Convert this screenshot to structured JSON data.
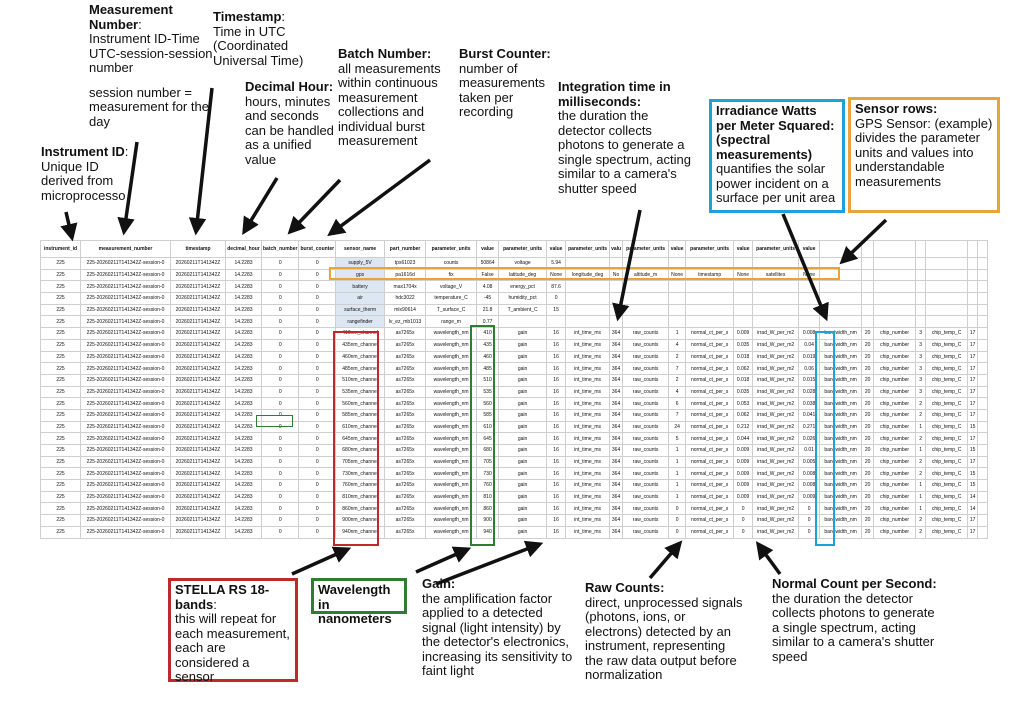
{
  "notes": {
    "measurement_number": {
      "title": "Measurement Number",
      "text": "Instrument ID-Time UTC-session-session number",
      "text2": "session number = measurement for the day"
    },
    "timestamp": {
      "title": "Timestamp",
      "text": "Time in UTC (Coordinated Universal Time)"
    },
    "decimal_hour": {
      "title": "Decimal Hour:",
      "text": "hours, minutes and seconds can be handled as a unified value"
    },
    "batch_number": {
      "title": "Batch Number:",
      "text": "all measurements within continuous measurement collections and individual burst measurement"
    },
    "burst_counter": {
      "title": "Burst Counter:",
      "text": "number of measurements taken per recording"
    },
    "integration_time": {
      "title": "Integration time in milliseconds:",
      "text": "the duration the detector collects photons to generate a single spectrum, acting similar to a camera's shutter speed"
    },
    "instrument_id": {
      "title": "Instrument ID",
      "text": "Unique ID derived from microprocesso"
    },
    "irradiance": {
      "title": "Irradiance Watts per Meter Squared: (spectral measurements)",
      "text": "quantifies the solar power incident on a surface per unit area"
    },
    "sensor_rows": {
      "title": "Sensor rows:",
      "text": "GPS Sensor: (example) divides the parameter units and values into understandable measurements"
    },
    "stella": {
      "title": "STELLA RS 18-bands",
      "text": "this will repeat for each measurement, each are considered a sensor"
    },
    "wavelength": {
      "title": "Wavelength in nanometers"
    },
    "gain": {
      "title": "Gain:",
      "text": "the amplification factor applied to a detected signal (light intensity) by the detector's electronics, increasing its sensitivity to faint light"
    },
    "raw_counts": {
      "title": "Raw Counts:",
      "text": "direct, unprocessed signals (photons, ions, or electrons) detected by an instrument, representing the raw data output before normalization"
    },
    "normal_count": {
      "title": "Normal Count per Second:",
      "text": "the duration the detector collects photons to generate a single spectrum, acting similar to a camera's shutter speed"
    }
  },
  "colors": {
    "stella": "#c0282d",
    "wavelength": "#2e7d32",
    "irradiance": "#1fa0d8",
    "sensor": "#e8a33d"
  },
  "sheet": {
    "headers": [
      "instrument_id",
      "measurement_number",
      "timestamp",
      "decimal_hour",
      "batch_number",
      "burst_counter",
      "sensor_name",
      "part_number",
      "parameter_units",
      "value",
      "parameter_units",
      "value",
      "parameter_units",
      "valu",
      "parameter_units",
      "value",
      "parameter_units",
      "value",
      "parameter_units",
      "value",
      "",
      "",
      "",
      "",
      "",
      "",
      ""
    ],
    "rows": [
      [
        "225",
        "225-20260211T141342Z-session-0",
        "20260211T141342Z",
        "14.2283",
        "0",
        "0",
        "supply_5V",
        "tps61023",
        "counts",
        "50864",
        "voltage",
        "5.94",
        "",
        "",
        "",
        "",
        "",
        "",
        "",
        "",
        "",
        "",
        "",
        "",
        "",
        "",
        ""
      ],
      [
        "225",
        "225-20260211T141342Z-session-0",
        "20260211T141342Z",
        "14.2283",
        "0",
        "0",
        "gps",
        "pa1616d",
        "fix",
        "False",
        "latitude_deg",
        "None",
        "longitude_deg",
        "No",
        "altitude_m",
        "None",
        "timestamp",
        "None",
        "satellites",
        "None",
        "",
        "",
        "",
        "",
        "",
        "",
        ""
      ],
      [
        "225",
        "225-20260211T141342Z-session-0",
        "20260211T141342Z",
        "14.2283",
        "0",
        "0",
        "battery",
        "max1704x",
        "voltage_V",
        "4.08",
        "energy_pct",
        "87.6",
        "",
        "",
        "",
        "",
        "",
        "",
        "",
        "",
        "",
        "",
        "",
        "",
        "",
        "",
        ""
      ],
      [
        "225",
        "225-20260211T141342Z-session-0",
        "20260211T141342Z",
        "14.2283",
        "0",
        "0",
        "air",
        "hdc3022",
        "temperature_C",
        "-45",
        "humidity_pct",
        "0",
        "",
        "",
        "",
        "",
        "",
        "",
        "",
        "",
        "",
        "",
        "",
        "",
        "",
        "",
        ""
      ],
      [
        "225",
        "225-20260211T141342Z-session-0",
        "20260211T141342Z",
        "14.2283",
        "0",
        "0",
        "surface_therm",
        "mlx90614",
        "T_surface_C",
        "21.8",
        "T_ambient_C",
        "15",
        "",
        "",
        "",
        "",
        "",
        "",
        "",
        "",
        "",
        "",
        "",
        "",
        "",
        "",
        ""
      ],
      [
        "225",
        "225-20260211T141342Z-session-0",
        "20260211T141342Z",
        "14.2283",
        "0",
        "0",
        "rangefinder",
        "lv_ez_mb1013",
        "range_m",
        "0.77",
        "",
        "",
        "",
        "",
        "",
        "",
        "",
        "",
        "",
        "",
        "",
        "",
        "",
        "",
        "",
        "",
        ""
      ],
      [
        "225",
        "225-20260211T141342Z-session-0",
        "20260211T141342Z",
        "14.2283",
        "0",
        "0",
        "410nm_channel",
        "as7265x",
        "wavelength_nm",
        "410",
        "gain",
        "16",
        "int_time_ms",
        "364",
        "raw_counts",
        "1",
        "normal_ct_per_s",
        "0.009",
        "irrad_W_per_m2",
        "0.008",
        "bandwidth_nm",
        "20",
        "chip_number",
        "3",
        "chip_temp_C",
        "17",
        ""
      ],
      [
        "225",
        "225-20260211T141342Z-session-0",
        "20260211T141342Z",
        "14.2283",
        "0",
        "0",
        "435nm_channel",
        "as7265x",
        "wavelength_nm",
        "435",
        "gain",
        "16",
        "int_time_ms",
        "364",
        "raw_counts",
        "4",
        "normal_ct_per_s",
        "0.035",
        "irrad_W_per_m2",
        "0.04",
        "bandwidth_nm",
        "20",
        "chip_number",
        "3",
        "chip_temp_C",
        "17",
        ""
      ],
      [
        "225",
        "225-20260211T141342Z-session-0",
        "20260211T141342Z",
        "14.2283",
        "0",
        "0",
        "460nm_channel",
        "as7265x",
        "wavelength_nm",
        "460",
        "gain",
        "16",
        "int_time_ms",
        "364",
        "raw_counts",
        "2",
        "normal_ct_per_s",
        "0.018",
        "irrad_W_per_m2",
        "0.019",
        "bandwidth_nm",
        "20",
        "chip_number",
        "3",
        "chip_temp_C",
        "17",
        ""
      ],
      [
        "225",
        "225-20260211T141342Z-session-0",
        "20260211T141342Z",
        "14.2283",
        "0",
        "0",
        "485nm_channel",
        "as7265x",
        "wavelength_nm",
        "485",
        "gain",
        "16",
        "int_time_ms",
        "364",
        "raw_counts",
        "7",
        "normal_ct_per_s",
        "0.062",
        "irrad_W_per_m2",
        "0.06",
        "bandwidth_nm",
        "20",
        "chip_number",
        "3",
        "chip_temp_C",
        "17",
        ""
      ],
      [
        "225",
        "225-20260211T141342Z-session-0",
        "20260211T141342Z",
        "14.2283",
        "0",
        "0",
        "510nm_channel",
        "as7265x",
        "wavelength_nm",
        "510",
        "gain",
        "16",
        "int_time_ms",
        "364",
        "raw_counts",
        "2",
        "normal_ct_per_s",
        "0.018",
        "irrad_W_per_m2",
        "0.015",
        "bandwidth_nm",
        "20",
        "chip_number",
        "3",
        "chip_temp_C",
        "17",
        ""
      ],
      [
        "225",
        "225-20260211T141342Z-session-0",
        "20260211T141342Z",
        "14.2283",
        "0",
        "0",
        "535nm_channel",
        "as7265x",
        "wavelength_nm",
        "535",
        "gain",
        "16",
        "int_time_ms",
        "364",
        "raw_counts",
        "4",
        "normal_ct_per_s",
        "0.035",
        "irrad_W_per_m2",
        "0.028",
        "bandwidth_nm",
        "20",
        "chip_number",
        "3",
        "chip_temp_C",
        "17",
        ""
      ],
      [
        "225",
        "225-20260211T141342Z-session-0",
        "20260211T141342Z",
        "14.2283",
        "0",
        "0",
        "560nm_channel",
        "as7265x",
        "wavelength_nm",
        "560",
        "gain",
        "16",
        "int_time_ms",
        "364",
        "raw_counts",
        "6",
        "normal_ct_per_s",
        "0.053",
        "irrad_W_per_m2",
        "0.038",
        "bandwidth_nm",
        "20",
        "chip_number",
        "2",
        "chip_temp_C",
        "17",
        ""
      ],
      [
        "225",
        "225-20260211T141342Z-session-0",
        "20260211T141342Z",
        "14.2283",
        "0",
        "0",
        "585nm_channel",
        "as7265x",
        "wavelength_nm",
        "585",
        "gain",
        "16",
        "int_time_ms",
        "364",
        "raw_counts",
        "7",
        "normal_ct_per_s",
        "0.062",
        "irrad_W_per_m2",
        "0.041",
        "bandwidth_nm",
        "20",
        "chip_number",
        "2",
        "chip_temp_C",
        "17",
        ""
      ],
      [
        "225",
        "225-20260211T141342Z-session-0",
        "20260211T141342Z",
        "14.2283",
        "0",
        "0",
        "610nm_channel",
        "as7265x",
        "wavelength_nm",
        "610",
        "gain",
        "16",
        "int_time_ms",
        "364",
        "raw_counts",
        "24",
        "normal_ct_per_s",
        "0.212",
        "irrad_W_per_m2",
        "0.271",
        "bandwidth_nm",
        "20",
        "chip_number",
        "1",
        "chip_temp_C",
        "15",
        ""
      ],
      [
        "225",
        "225-20260211T141342Z-session-0",
        "20260211T141342Z",
        "14.2283",
        "0",
        "0",
        "645nm_channel",
        "as7265x",
        "wavelength_nm",
        "645",
        "gain",
        "16",
        "int_time_ms",
        "364",
        "raw_counts",
        "5",
        "normal_ct_per_s",
        "0.044",
        "irrad_W_per_m2",
        "0.026",
        "bandwidth_nm",
        "20",
        "chip_number",
        "2",
        "chip_temp_C",
        "17",
        ""
      ],
      [
        "225",
        "225-20260211T141342Z-session-0",
        "20260211T141342Z",
        "14.2283",
        "0",
        "0",
        "680nm_channel",
        "as7265x",
        "wavelength_nm",
        "680",
        "gain",
        "16",
        "int_time_ms",
        "364",
        "raw_counts",
        "1",
        "normal_ct_per_s",
        "0.009",
        "irrad_W_per_m2",
        "0.01",
        "bandwidth_nm",
        "20",
        "chip_number",
        "1",
        "chip_temp_C",
        "15",
        ""
      ],
      [
        "225",
        "225-20260211T141342Z-session-0",
        "20260211T141342Z",
        "14.2283",
        "0",
        "0",
        "705nm_channel",
        "as7265x",
        "wavelength_nm",
        "705",
        "gain",
        "16",
        "int_time_ms",
        "364",
        "raw_counts",
        "1",
        "normal_ct_per_s",
        "0.009",
        "irrad_W_per_m2",
        "0.005",
        "bandwidth_nm",
        "20",
        "chip_number",
        "2",
        "chip_temp_C",
        "17",
        ""
      ],
      [
        "225",
        "225-20260211T141342Z-session-0",
        "20260211T141342Z",
        "14.2283",
        "0",
        "0",
        "730nm_channel",
        "as7265x",
        "wavelength_nm",
        "730",
        "gain",
        "16",
        "int_time_ms",
        "364",
        "raw_counts",
        "1",
        "normal_ct_per_s",
        "0.009",
        "irrad_W_per_m2",
        "0.008",
        "bandwidth_nm",
        "20",
        "chip_number",
        "2",
        "chip_temp_C",
        "15",
        ""
      ],
      [
        "225",
        "225-20260211T141342Z-session-0",
        "20260211T141342Z",
        "14.2283",
        "0",
        "0",
        "760nm_channel",
        "as7265x",
        "wavelength_nm",
        "760",
        "gain",
        "16",
        "int_time_ms",
        "364",
        "raw_counts",
        "1",
        "normal_ct_per_s",
        "0.009",
        "irrad_W_per_m2",
        "0.008",
        "bandwidth_nm",
        "20",
        "chip_number",
        "1",
        "chip_temp_C",
        "15",
        ""
      ],
      [
        "225",
        "225-20260211T141342Z-session-0",
        "20260211T141342Z",
        "14.2283",
        "0",
        "0",
        "810nm_channel",
        "as7265x",
        "wavelength_nm",
        "810",
        "gain",
        "16",
        "int_time_ms",
        "364",
        "raw_counts",
        "1",
        "normal_ct_per_s",
        "0.009",
        "irrad_W_per_m2",
        "0.009",
        "bandwidth_nm",
        "20",
        "chip_number",
        "1",
        "chip_temp_C",
        "14",
        ""
      ],
      [
        "225",
        "225-20260211T141342Z-session-0",
        "20260211T141342Z",
        "14.2283",
        "0",
        "0",
        "860nm_channel",
        "as7265x",
        "wavelength_nm",
        "860",
        "gain",
        "16",
        "int_time_ms",
        "364",
        "raw_counts",
        "0",
        "normal_ct_per_s",
        "0",
        "irrad_W_per_m2",
        "0",
        "bandwidth_nm",
        "20",
        "chip_number",
        "1",
        "chip_temp_C",
        "14",
        ""
      ],
      [
        "225",
        "225-20260211T141342Z-session-0",
        "20260211T141342Z",
        "14.2283",
        "0",
        "0",
        "900nm_channel",
        "as7265x",
        "wavelength_nm",
        "900",
        "gain",
        "16",
        "int_time_ms",
        "364",
        "raw_counts",
        "0",
        "normal_ct_per_s",
        "0",
        "irrad_W_per_m2",
        "0",
        "bandwidth_nm",
        "20",
        "chip_number",
        "2",
        "chip_temp_C",
        "17",
        ""
      ],
      [
        "225",
        "225-20260211T141342Z-session-0",
        "20260211T141342Z",
        "14.2283",
        "0",
        "0",
        "940nm_channel",
        "as7265x",
        "wavelength_nm",
        "940",
        "gain",
        "16",
        "int_time_ms",
        "364",
        "raw_counts",
        "0",
        "normal_ct_per_s",
        "0",
        "irrad_W_per_m2",
        "0",
        "bandwidth_nm",
        "20",
        "chip_number",
        "2",
        "chip_temp_C",
        "17",
        ""
      ]
    ]
  }
}
